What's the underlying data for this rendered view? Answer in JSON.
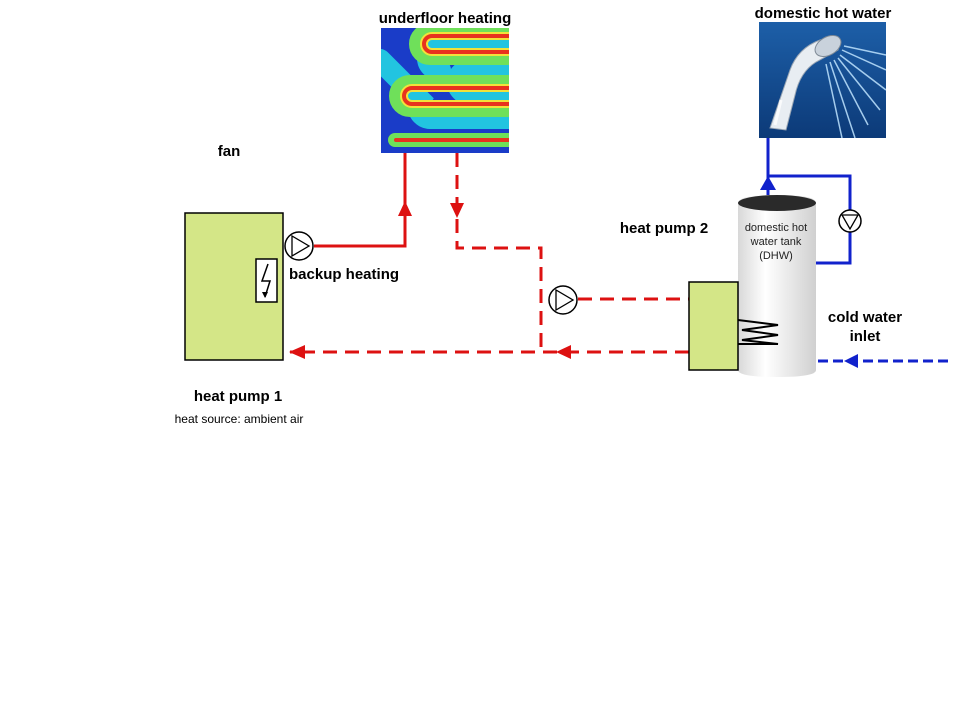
{
  "labels": {
    "underfloor_heating": "underfloor heating",
    "domestic_hot_water": "domestic hot water",
    "fan": "fan",
    "heat_pump_2": "heat pump 2",
    "backup_heating": "backup heating",
    "cold_water_inlet_line1": "cold water",
    "cold_water_inlet_line2": "inlet",
    "heat_pump_1": "heat pump 1",
    "heat_source": "heat source: ambient air",
    "tank_line1": "domestic hot",
    "tank_line2": "water tank",
    "tank_line3": "(DHW)"
  },
  "colors": {
    "hot_pipe": "#dd1111",
    "cold_pipe": "#1122cc",
    "heat_pump_fill": "#d4e687",
    "tank_fill": "#f2f2f2"
  },
  "icons": {
    "pump": "circle-with-triangle-icon",
    "backup_heater": "lightning-bolt-icon",
    "coil": "zigzag-heat-exchanger-icon"
  }
}
